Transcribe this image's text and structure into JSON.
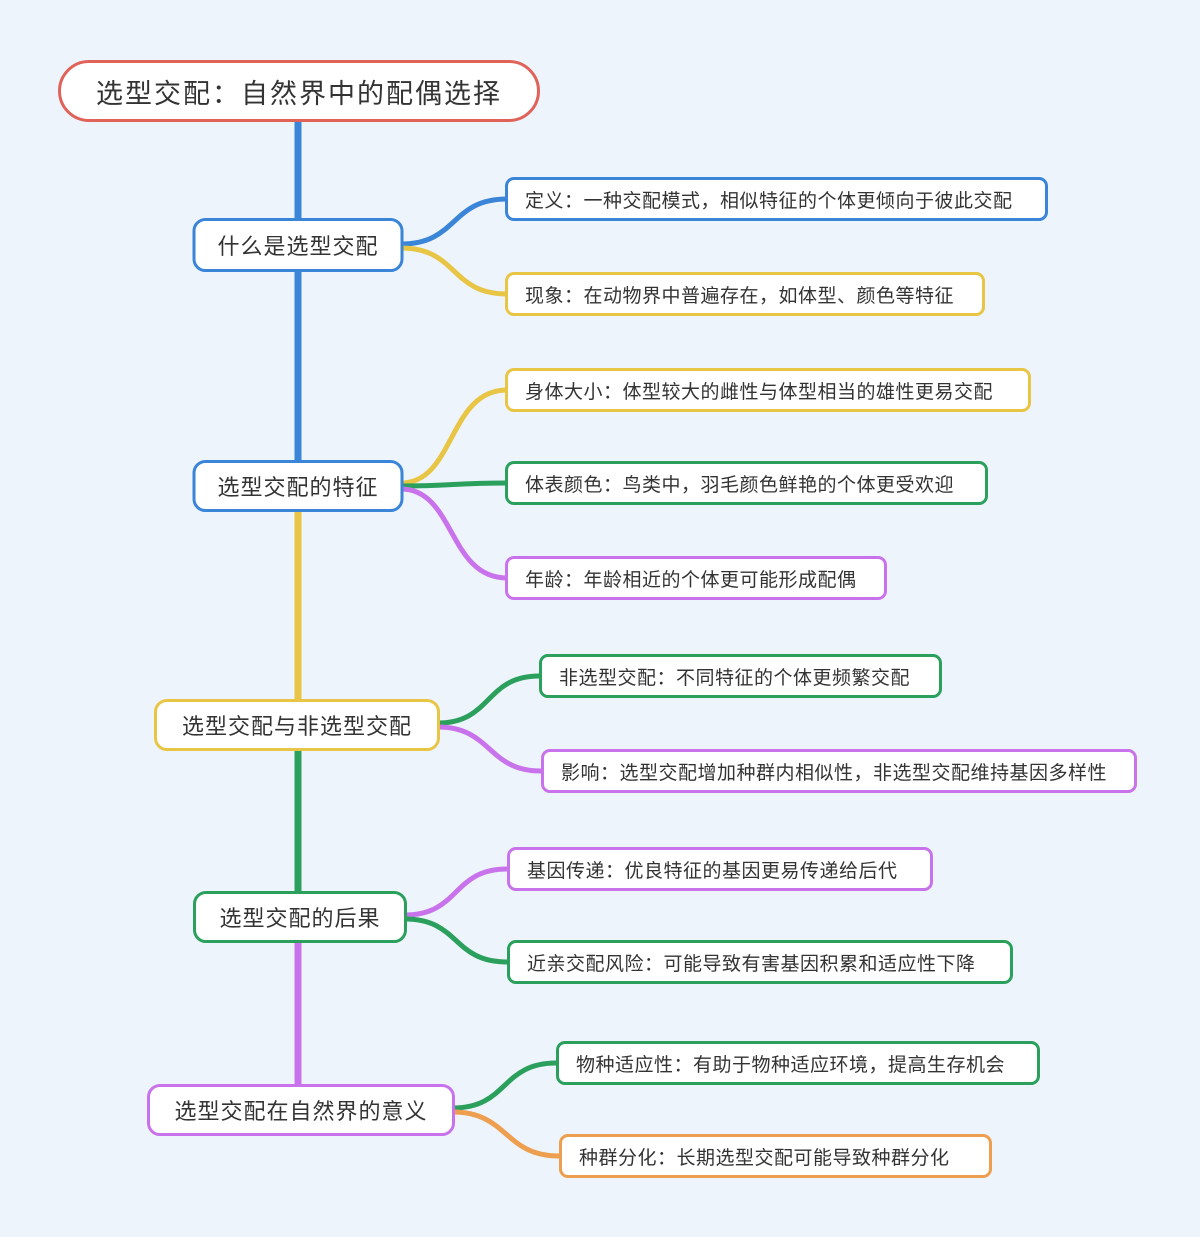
{
  "canvas": {
    "background": "#edf4fc"
  },
  "palette": {
    "red": "#e0635a",
    "blue": "#3a85d8",
    "yellow": "#e8c545",
    "green": "#2aa05c",
    "purple": "#c873ec",
    "orange": "#ed9e4f",
    "text": "#333333",
    "node_background": "#ffffff"
  },
  "trunk_colors": [
    "#3a85d8",
    "#e8c545",
    "#2aa05c",
    "#c873ec"
  ],
  "root": {
    "label": "选型交配：自然界中的配偶选择",
    "border_color": "#e0635a"
  },
  "branches": [
    {
      "label": "什么是选型交配",
      "border_color": "#3a85d8",
      "children": [
        {
          "label": "定义：一种交配模式，相似特征的个体更倾向于彼此交配",
          "border_color": "#3a85d8"
        },
        {
          "label": "现象：在动物界中普遍存在，如体型、颜色等特征",
          "border_color": "#e8c545"
        }
      ]
    },
    {
      "label": "选型交配的特征",
      "border_color": "#3a85d8",
      "children": [
        {
          "label": "身体大小：体型较大的雌性与体型相当的雄性更易交配",
          "border_color": "#e8c545"
        },
        {
          "label": "体表颜色：鸟类中，羽毛颜色鲜艳的个体更受欢迎",
          "border_color": "#2aa05c"
        },
        {
          "label": "年龄：年龄相近的个体更可能形成配偶",
          "border_color": "#c873ec"
        }
      ]
    },
    {
      "label": "选型交配与非选型交配",
      "border_color": "#e8c545",
      "children": [
        {
          "label": "非选型交配：不同特征的个体更频繁交配",
          "border_color": "#2aa05c"
        },
        {
          "label": "影响：选型交配增加种群内相似性，非选型交配维持基因多样性",
          "border_color": "#c873ec"
        }
      ]
    },
    {
      "label": "选型交配的后果",
      "border_color": "#2aa05c",
      "children": [
        {
          "label": "基因传递：优良特征的基因更易传递给后代",
          "border_color": "#c873ec"
        },
        {
          "label": "近亲交配风险：可能导致有害基因积累和适应性下降",
          "border_color": "#2aa05c"
        }
      ]
    },
    {
      "label": "选型交配在自然界的意义",
      "border_color": "#c873ec",
      "children": [
        {
          "label": "物种适应性：有助于物种适应环境，提高生存机会",
          "border_color": "#2aa05c"
        },
        {
          "label": "种群分化：长期选型交配可能导致种群分化",
          "border_color": "#ed9e4f"
        }
      ]
    }
  ]
}
